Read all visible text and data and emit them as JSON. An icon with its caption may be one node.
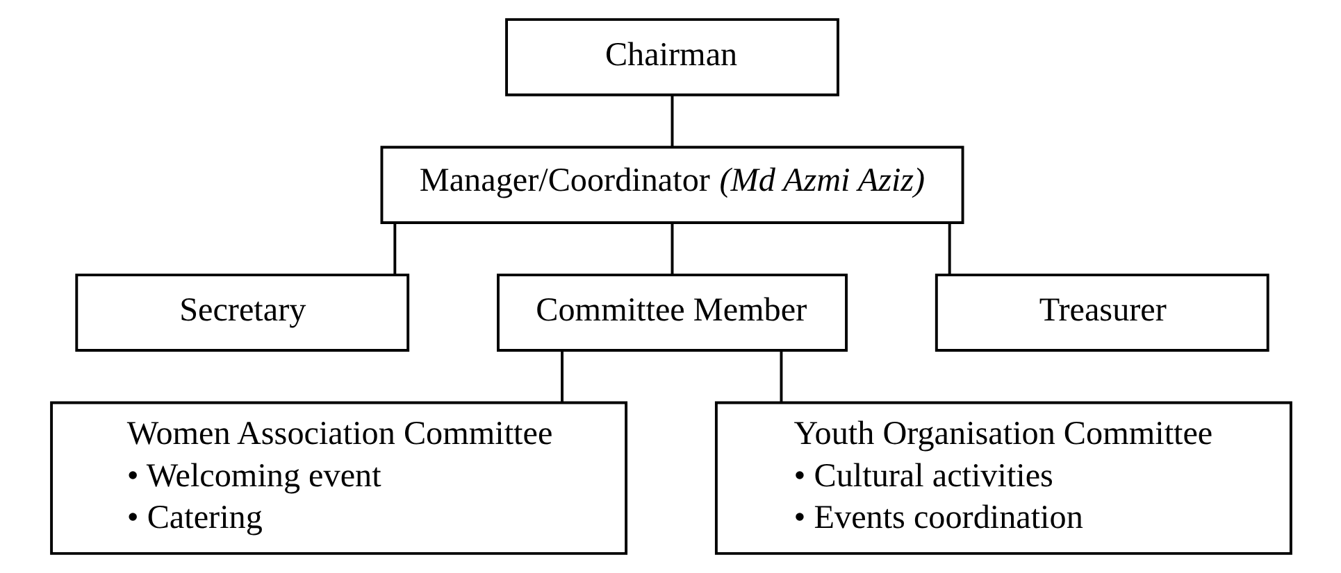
{
  "diagram": {
    "nodes": [
      {
        "text": [
          "Chairman"
        ]
      },
      {
        "text": [
          "Manager/Coordinator *(Md Azmi Aziz)*"
        ]
      },
      {
        "text": [
          "Secretary"
        ]
      },
      {
        "text": [
          "Committee Member"
        ]
      },
      {
        "text": [
          "Treasurer"
        ]
      },
      {
        "text": [
          "Women Association Committee",
          "• Welcoming event",
          "• Catering"
        ]
      },
      {
        "text": [
          "Youth Organisation Committee",
          "• Cultural activities",
          "• Events coordination"
        ]
      }
    ],
    "edges": [
      {
        "from": 0,
        "to": 1,
        "arrow": "none"
      },
      {
        "from": 1,
        "to": 2,
        "arrow": "none"
      },
      {
        "from": 1,
        "to": 3,
        "arrow": "none"
      },
      {
        "from": 1,
        "to": 4,
        "arrow": "none"
      },
      {
        "from": 3,
        "to": 5,
        "arrow": "none"
      },
      {
        "from": 3,
        "to": 6,
        "arrow": "none"
      }
    ]
  }
}
